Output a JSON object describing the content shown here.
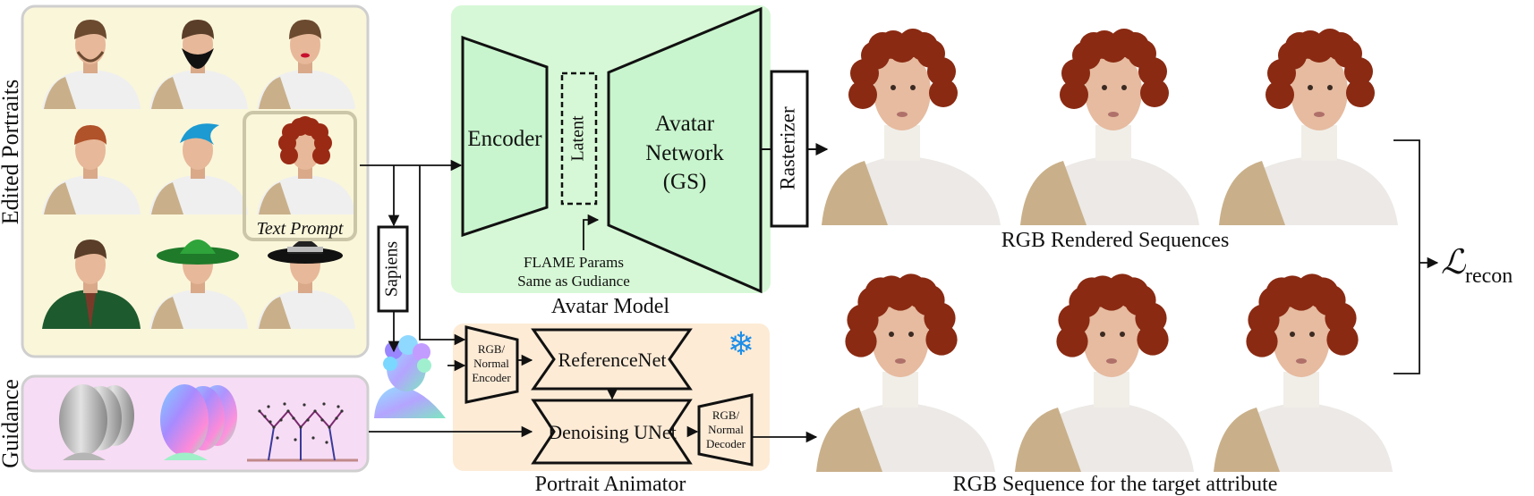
{
  "left": {
    "edited_portraits_label": "Edited Portraits",
    "guidance_label": "Guidance",
    "text_prompt_label": "Text Prompt",
    "portraits": [
      {
        "hair": "#6b4a2f",
        "hair_style": "short",
        "extra": "stubble",
        "clothing": "#efefef"
      },
      {
        "hair": "#5a3e29",
        "hair_style": "short",
        "extra": "beard",
        "clothing": "#efefef"
      },
      {
        "hair": "#6b4a2f",
        "hair_style": "short",
        "extra": "lips",
        "clothing": "#efefef"
      },
      {
        "hair": "#b0522a",
        "hair_style": "short",
        "extra": "none",
        "clothing": "#efefef"
      },
      {
        "hair": "#1c9ad1",
        "hair_style": "blue",
        "extra": "none",
        "clothing": "#efefef"
      },
      {
        "hair": "#9a2a14",
        "hair_style": "curly",
        "extra": "none",
        "clothing": "#efefef"
      },
      {
        "hair": "#5a3e29",
        "hair_style": "short",
        "extra": "suit",
        "clothing": "#1d5a2e"
      },
      {
        "hair": "#6b4a2f",
        "hair_style": "hat-green",
        "extra": "hat",
        "clothing": "#efefef"
      },
      {
        "hair": "#6b4a2f",
        "hair_style": "hat-black",
        "extra": "hat",
        "clothing": "#efefef"
      }
    ]
  },
  "sapiens_label": "Sapiens",
  "avatar_model": {
    "encoder_label": "Encoder",
    "latent_label": "Latent",
    "network_line1": "Avatar",
    "network_line2": "Network",
    "network_line3": "(GS)",
    "rasterizer_label": "Rasterizer",
    "flame_line1": "FLAME Params",
    "flame_line2": "Same as Gudiance",
    "title": "Avatar Model",
    "bg_color": "#d6f8d6",
    "block_color": "#c8f5cd"
  },
  "portrait_animator": {
    "encoder_line1": "RGB/",
    "encoder_line2": "Normal",
    "encoder_line3": "Encoder",
    "referencenet_label": "ReferenceNet",
    "unet_label": "Denoising UNet",
    "decoder_line1": "RGB/",
    "decoder_line2": "Normal",
    "decoder_line3": "Decoder",
    "title": "Portrait Animator",
    "bg_color": "#fdebd6",
    "snowflake": "❄"
  },
  "right": {
    "rendered_label": "RGB Rendered Sequences",
    "target_label": "RGB Sequence for the target attribute",
    "loss_symbol": "ℒ",
    "loss_subscript": "recon",
    "hair_color": "#8a2a12"
  }
}
